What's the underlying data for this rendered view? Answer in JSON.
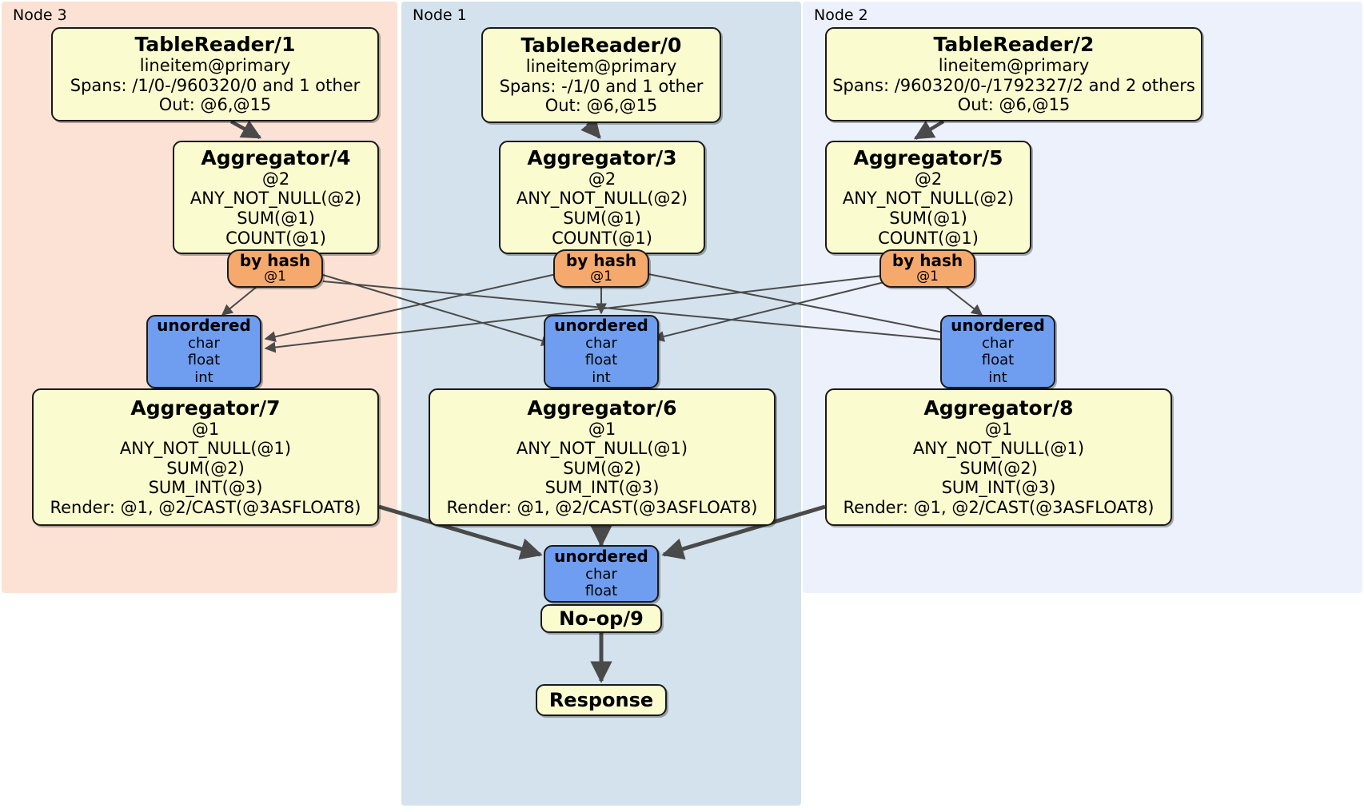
{
  "diagram": {
    "type": "distributed-query-plan",
    "colors": {
      "node3_panel": "#fbe2d5",
      "node1_panel": "#d3e2ec",
      "node2_panel": "#ecf1fb",
      "processor_fill": "#fbfbd0",
      "router_fill": "#f6a96d",
      "synchronizer_fill": "#6f9ef0",
      "edge_stroke": "#4a4a4a",
      "border": "#1a1a1a"
    }
  },
  "panels": [
    {
      "id": "node3",
      "label": "Node 3"
    },
    {
      "id": "node1",
      "label": "Node 1"
    },
    {
      "id": "node2",
      "label": "Node 2"
    }
  ],
  "nodes": {
    "tablereader_1": {
      "title": "TableReader/1",
      "lines": [
        "lineitem@primary",
        "Spans: /1/0-/960320/0 and 1 other",
        "Out: @6,@15"
      ]
    },
    "tablereader_0": {
      "title": "TableReader/0",
      "lines": [
        "lineitem@primary",
        "Spans: -/1/0 and 1 other",
        "Out: @6,@15"
      ]
    },
    "tablereader_2": {
      "title": "TableReader/2",
      "lines": [
        "lineitem@primary",
        "Spans: /960320/0-/1792327/2 and 2 others",
        "Out: @6,@15"
      ]
    },
    "aggregator_4": {
      "title": "Aggregator/4",
      "lines": [
        "@2",
        "ANY_NOT_NULL(@2)",
        "SUM(@1)",
        "COUNT(@1)"
      ]
    },
    "aggregator_3": {
      "title": "Aggregator/3",
      "lines": [
        "@2",
        "ANY_NOT_NULL(@2)",
        "SUM(@1)",
        "COUNT(@1)"
      ]
    },
    "aggregator_5": {
      "title": "Aggregator/5",
      "lines": [
        "@2",
        "ANY_NOT_NULL(@2)",
        "SUM(@1)",
        "COUNT(@1)"
      ]
    },
    "router_left": {
      "title": "by hash",
      "lines": [
        "@1"
      ]
    },
    "router_mid": {
      "title": "by hash",
      "lines": [
        "@1"
      ]
    },
    "router_right": {
      "title": "by hash",
      "lines": [
        "@1"
      ]
    },
    "sync_left": {
      "title": "unordered",
      "lines": [
        "char",
        "float",
        "int"
      ]
    },
    "sync_mid": {
      "title": "unordered",
      "lines": [
        "char",
        "float",
        "int"
      ]
    },
    "sync_right": {
      "title": "unordered",
      "lines": [
        "char",
        "float",
        "int"
      ]
    },
    "aggregator_7": {
      "title": "Aggregator/7",
      "lines": [
        "@1",
        "ANY_NOT_NULL(@1)",
        "SUM(@2)",
        "SUM_INT(@3)",
        "Render: @1, @2/CAST(@3ASFLOAT8)"
      ]
    },
    "aggregator_6": {
      "title": "Aggregator/6",
      "lines": [
        "@1",
        "ANY_NOT_NULL(@1)",
        "SUM(@2)",
        "SUM_INT(@3)",
        "Render: @1, @2/CAST(@3ASFLOAT8)"
      ]
    },
    "aggregator_8": {
      "title": "Aggregator/8",
      "lines": [
        "@1",
        "ANY_NOT_NULL(@1)",
        "SUM(@2)",
        "SUM_INT(@3)",
        "Render: @1, @2/CAST(@3ASFLOAT8)"
      ]
    },
    "sync_final": {
      "title": "unordered",
      "lines": [
        "char",
        "float"
      ]
    },
    "noop_9": {
      "title": "No-op/9",
      "lines": []
    },
    "response": {
      "title": "Response",
      "lines": []
    }
  }
}
